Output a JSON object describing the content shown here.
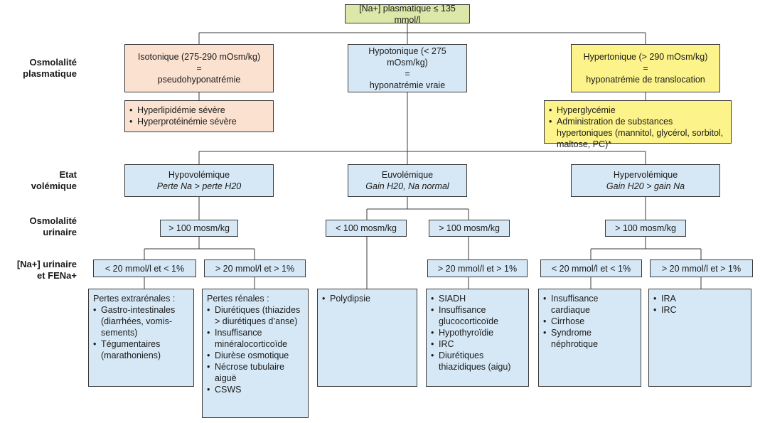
{
  "row_labels": {
    "osm_plasma": [
      "Osmolalité",
      "plasmatique"
    ],
    "etat": [
      "Etat",
      "volémique"
    ],
    "osm_urine": [
      "Osmolalité",
      "urinaire"
    ],
    "na_urine": [
      "[Na+] urinaire",
      "et FENa+"
    ]
  },
  "top": "[Na+] plasmatique ≤ 135 mmol/l",
  "iso": {
    "line1": "Isotonique (275-290 mOsm/kg)",
    "eq": "=",
    "line3": "pseudohyponatrémie"
  },
  "hypo": {
    "line1": "Hypotonique (< 275 mOsm/kg)",
    "eq": "=",
    "line3": "hyponatrémie vraie"
  },
  "hyper": {
    "line1": "Hypertonique (> 290 mOsm/kg)",
    "eq": "=",
    "line3": "hyponatrémie de translocation"
  },
  "iso_list": [
    "Hyperlipidémie sévère",
    "Hyperprotéinémie sévère"
  ],
  "hyper_list": [
    "Hyperglycémie",
    "Administration de substances hypertoniques (mannitol, glycérol, sorbitol, maltose, PC)*"
  ],
  "hypovol": {
    "title": "Hypovolémique",
    "sub": "Perte Na > perte H20"
  },
  "euvol": {
    "title": "Euvolémique",
    "sub": "Gain H20, Na normal"
  },
  "hypervol": {
    "title": "Hypervolémique",
    "sub": "Gain H20 > gain Na"
  },
  "osm_u": {
    "hypo": "> 100 mosm/kg",
    "eu_low": "< 100 mosm/kg",
    "eu_high": "> 100 mosm/kg",
    "hyper": "> 100 mosm/kg"
  },
  "na_u": {
    "hypo_low": "< 20 mmol/l et < 1%",
    "hypo_high": "> 20 mmol/l et > 1%",
    "eu_high": "> 20 mmol/l et > 1%",
    "hyper_low": "< 20 mmol/l et < 1%",
    "hyper_high": "> 20 mmol/l et > 1%"
  },
  "leaf_extra": {
    "head": "Pertes extrarénales :",
    "items": [
      "Gastro-intestinales (diarrhées, vomis-sements)",
      "Tégumentaires (marathoniens)"
    ]
  },
  "leaf_renal": {
    "head": "Pertes rénales :",
    "items": [
      "Diurétiques (thiazides > diurétiques d’anse)",
      "Insuffisance minéralocorticoïde",
      "Diurèse osmotique",
      "Nécrose tubulaire aiguë",
      "CSWS"
    ]
  },
  "leaf_polydipsie": {
    "items": [
      "Polydipsie"
    ]
  },
  "leaf_siadh": {
    "items": [
      "SIADH",
      "Insuffisance glucocorticoïde",
      "Hypothyroïdie",
      "IRC",
      "Diurétiques thiazidiques (aigu)"
    ]
  },
  "leaf_cardiac": {
    "items": [
      "Insuffisance cardiaque",
      "Cirrhose",
      "Syndrome néphrotique"
    ]
  },
  "leaf_ira": {
    "items": [
      "IRA",
      "IRC"
    ]
  },
  "colors": {
    "blue": "#d6e8f5",
    "peach": "#fbe1d0",
    "yellow": "#fdf38b",
    "green": "#dbe8a9",
    "line": "#3a3a3a"
  }
}
